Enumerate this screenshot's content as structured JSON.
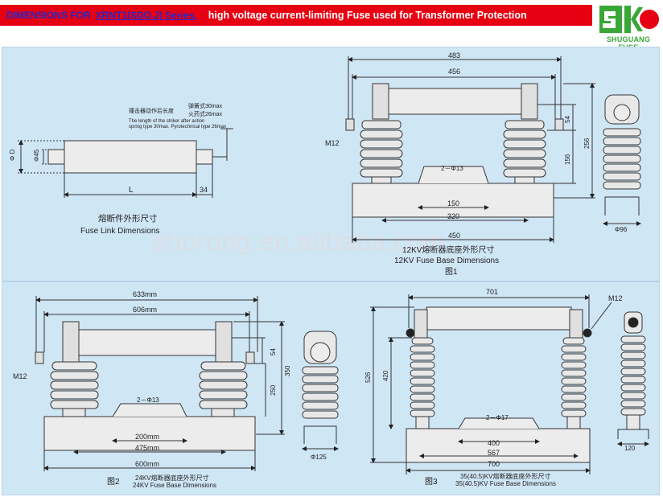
{
  "header": {
    "prefix": "DIMENSIONS FOR",
    "series": "XRNT1(SDO.J) Series.",
    "description": "high voltage current-limiting Fuse used for Transformer Protection"
  },
  "logo": {
    "text": "SHUGUANG FUSE"
  },
  "watermark": "shurong.en.alibaba.com",
  "fuse_link": {
    "striker_cn_1": "撞击器动作后长度",
    "striker_cn_2": "弹簧式30max",
    "striker_cn_3": "火药式26max",
    "striker_en_1": "The length of the striker after action",
    "striker_en_2": "spring type 30max. Pyrotechnical type 26max",
    "dim_D": "Φ D",
    "dim_45": "Φ45",
    "dim_L": "L",
    "dim_34": "34",
    "caption_cn": "熔断件外形尺寸",
    "caption_en": "Fuse Link Dimensions"
  },
  "base12": {
    "dim_483": "483",
    "dim_456": "456",
    "dim_54": "54",
    "dim_156": "156",
    "dim_256": "256",
    "m12": "M12",
    "holes": "2－Φ13",
    "dim_150": "150",
    "dim_320": "320",
    "dim_450": "450",
    "dim_96": "Φ96",
    "caption_cn": "12KV熔断器底座外形尺寸",
    "caption_en": "12KV Fuse Base Dimensions",
    "fig": "图1"
  },
  "base24": {
    "dim_633": "633mm",
    "dim_606": "606mm",
    "dim_54": "54",
    "dim_350": "350",
    "dim_250": "250",
    "m12": "M12",
    "holes": "2－Φ13",
    "dim_200": "200mm",
    "dim_475": "475mm",
    "dim_600": "600mm",
    "dim_125": "Φ125",
    "fig": "图2",
    "caption_cn": "24KV熔断器底座外形尺寸",
    "caption_en": "24KV Fuse Base Dimensions"
  },
  "base35": {
    "dim_701": "701",
    "m12": "M12",
    "dim_526": "526",
    "dim_420": "420",
    "holes": "2－Φ17",
    "dim_400": "400",
    "dim_567": "567",
    "dim_700": "700",
    "dim_120": "120",
    "fig": "图3",
    "caption_cn": "35(40.5)KV熔断器底座外形尺寸",
    "caption_en": "35(40.5)KV Fuse Base Dimensions"
  },
  "colors": {
    "header_bg": "#e60012",
    "header_blue": "#2626c8",
    "panel_bg": "#cfe6f5",
    "logo_green": "#3aa637",
    "logo_red": "#e60012"
  }
}
